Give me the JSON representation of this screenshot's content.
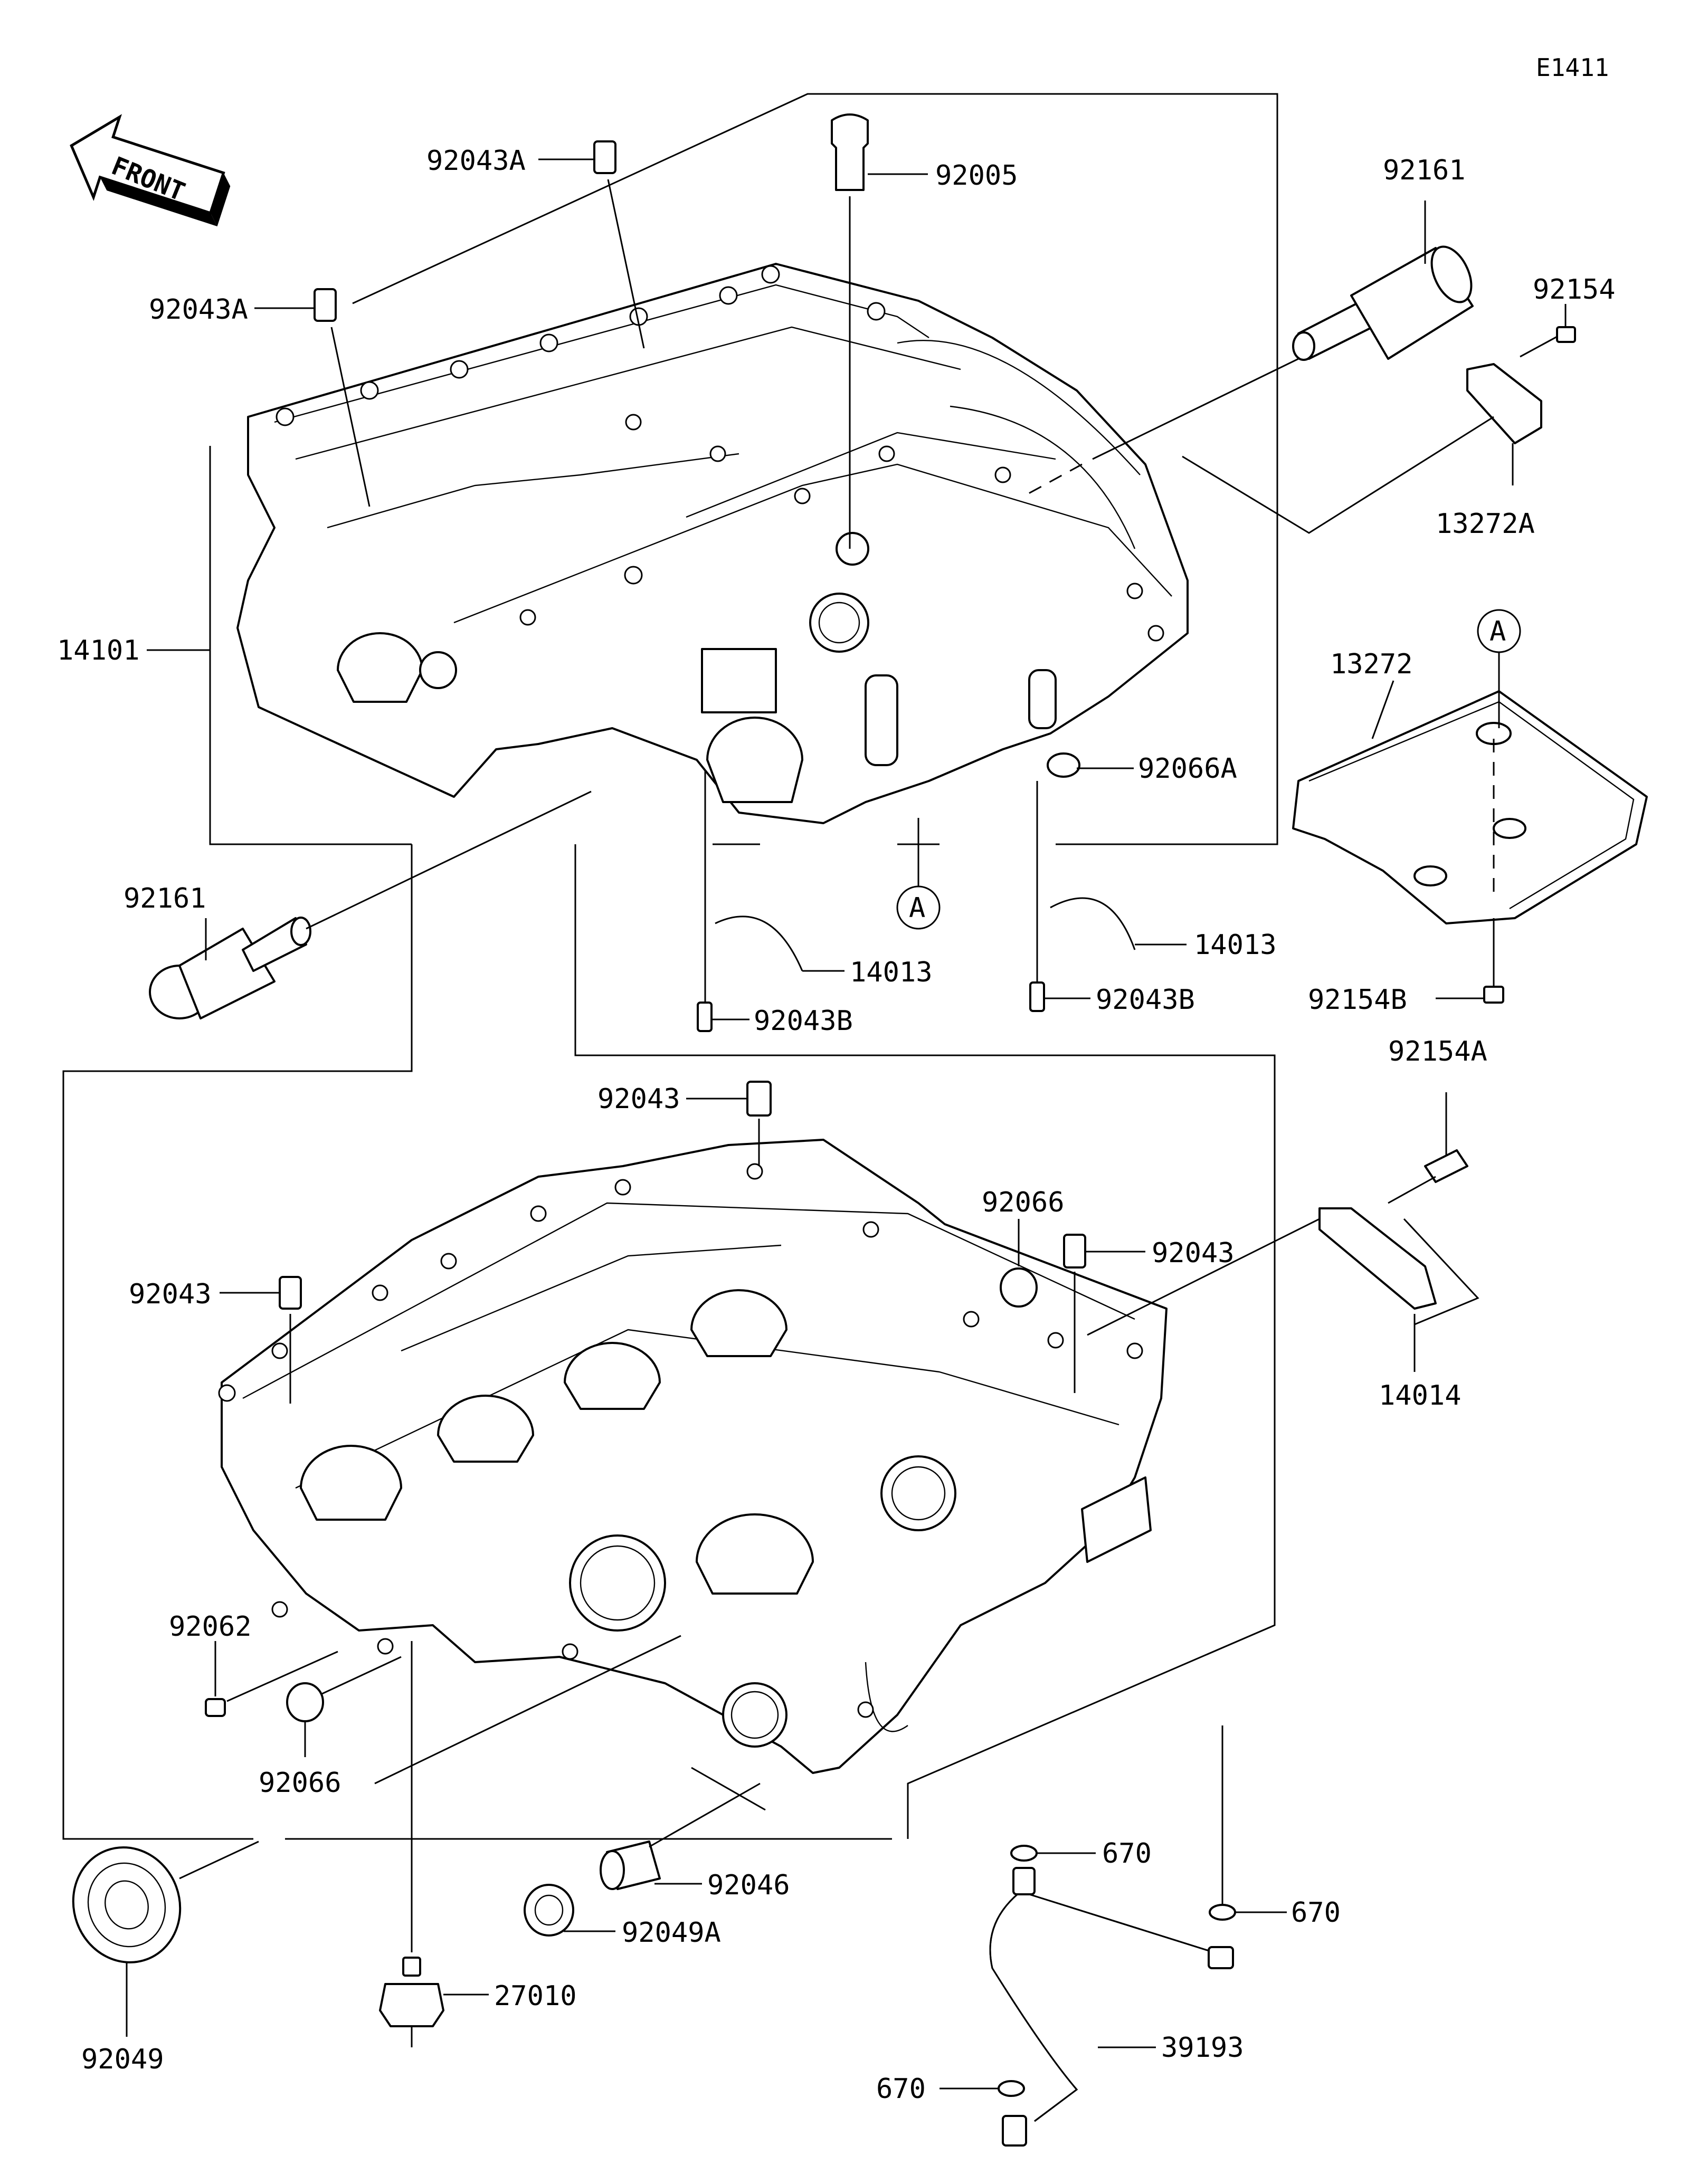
{
  "diagram": {
    "code": "E1411",
    "front_badge": "FRONT",
    "ref_marker": "A",
    "labels": {
      "p92043A_top": "92043A",
      "p92005": "92005",
      "p92161_top": "92161",
      "p92154": "92154",
      "p92043A_left": "92043A",
      "p13272A": "13272A",
      "p14101": "14101",
      "p13272": "13272",
      "p92066A": "92066A",
      "p92161_left": "92161",
      "p14013_a": "14013",
      "p14013_b": "14013",
      "p92043B_a": "92043B",
      "p92043B_b": "92043B",
      "p92154B": "92154B",
      "p92154A": "92154A",
      "p92043_top": "92043",
      "p92066_mid": "92066",
      "p92043_right": "92043",
      "p92043_left": "92043",
      "p14014": "14014",
      "p92062": "92062",
      "p92066_low": "92066",
      "p670_a": "670",
      "p670_b": "670",
      "p92046": "92046",
      "p92049A": "92049A",
      "p92049": "92049",
      "p27010": "27010",
      "p39193": "39193",
      "p670_c": "670"
    }
  }
}
